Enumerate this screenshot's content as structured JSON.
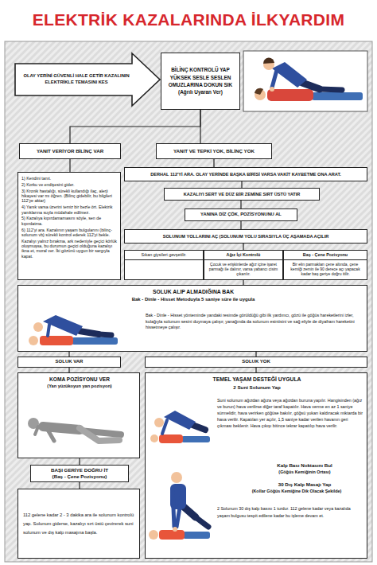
{
  "diagram": {
    "title": "ELEKTRİK KAZALARINDA İLKYARDIM",
    "nodes": [
      {
        "text": [
          "OLAY YERİNİ GÜVENLİ HALE GETİR KAZALININ ELEKTRİKLE TEMASINI KES"
        ]
      },
      {
        "text": [
          "BİLİNÇ KONTROLÜ YAP YÜKSEK SESLE SESLEN OMUZLARINA DOKUN SIK (Ağrılı Uyaran Ver)"
        ]
      },
      {
        "text": [
          "YANIT VERİYOR BİLİNÇ VAR"
        ]
      },
      {
        "text": [
          "YANIT VE TEPKİ YOK, BİLİNÇ YOK"
        ]
      },
      {
        "text": [
          "1) Kendini tanıt.",
          "2) Korku ve endişesini gider.",
          "3) Kronik hastalığı, sürekli kullandığı ilaç, alerji hikayesi var mı öğren. (Bilinç gidebilir, bu bilgileri 112'ye aktar)",
          "4) Yanık varsa üzerini temiz bir bezle ört. Elektrik yanıklarına suyla müdahale edilmez.",
          "5) Kazalıya kıpırdamamasını söyle, sen de kıpırdatma.",
          "6) 112'yi ara. Kazalının yaşam bulgularını (bilinç-solunum vb) sürekli kontrol ederek 112'yi bekle.",
          "Kazalıyı yalnız bırakma, ark nedeniyle geçici körlük oluşmuşsa, bu durumun geçici olduğuna kazalıyı ikna et, moral ver. İki gözünü uygun bir sargıyla kapat."
        ]
      },
      {
        "text": [
          "DERHAL 112'Yİ ARA. OLAY YERİNDE BAŞKA BİRİSİ VARSA VAKİT KAYBETME ONA ARAT."
        ]
      },
      {
        "text": [
          "KAZALIYI SERT VE DÜZ BİR ZEMİNE SIRT ÜSTÜ YATIR"
        ]
      },
      {
        "text": [
          "YANINA DİZ ÇÖK, POZİSYONUNU AL"
        ]
      },
      {
        "text": [
          "SOLUNUM YOLLARINI AÇ (SOLUNUM YOLU SIRASIYLA ÜÇ AŞAMADA AÇILIR"
        ]
      },
      {
        "text": [
          "Sıkan giysileri gevşetilir."
        ]
      },
      {
        "text": [
          "Ağız İçi Kontrolü",
          "Çocuk ve erişkinlerde ağız içine işaret parmağı ile dalınır, varsa yabancı cisim çıkarılır."
        ]
      },
      {
        "text": [
          "Baş - Çene Pozisyonu",
          "Bir elin parmakları çene altında, çene kemiği zemin ile 90 derece açı yapacak kadar baş geriye doğru itilir."
        ]
      },
      {
        "text": [
          "SOLUK ALIP ALMADIĞINA BAK",
          "Bak - Dinle - Hisset Metoduyla 5 saniye süre ile uygula",
          "Bak - Dinle - Hisset yönteminde yandaki resimde görüldüğü gibi ilk yardımcı, gözü ile göğüs hareketlerini izler, kulağıyla solunum sesini duymaya çalışır, yanağında da solunum esintisini ve sağ eliyle de diyafram hareketini hissetmeye çalışır."
        ]
      },
      {
        "text": [
          "SOLUK VAR"
        ]
      },
      {
        "text": [
          "SOLUK YOK"
        ]
      },
      {
        "text": [
          "KOMA POZİSYONU VER",
          "(Yan yüzükoyun yan pozisyon)"
        ]
      },
      {
        "text": [
          "BAŞI GERİYE DOĞRU İT",
          "(Baş - Çene Pozisyonu)"
        ]
      },
      {
        "text": [
          "112 gelene kadar 2 - 3 dakika ara ile solunum kontrolü yap. Solunum giderse, kazalıyı sırt üstü çevirerek suni solunum ve dış kalp masajına başla."
        ]
      },
      {
        "text": [
          "TEMEL YAŞAM DESTEĞİ UYGULA",
          "2 Suni Solunum Yap",
          "Suni solunum ağızdan ağıza veya ağızdan buruna yapılır. Hangisinden (ağız ve burun) hava verilirse diğer taraf kapatılır. Hava verme en az 1 saniye sürmelidir, hava verirken göğüse bakılır, göğsü yukarı kaldıracak miktarda bir hava verilir. Kapatılan yer açılır, 1,5 saniye kadar verilen havanın geri çıkması beklenir. Hava çıkışı bitince tekrar kapatılıp hava verilir.",
          "Kalp Bası Noktasını Bul",
          "(Göğüs Kemiğinin Ortası)",
          "30 Dış Kalp Masajı Yap",
          "(Kollar Göğüs Kemiğine Dik Olacak Şekilde)",
          "2 Solunum 30 dış kalp basısı 1 turdur. 112 gelene kadar veya kazalıda yaşam bulgusu tespit edilene kadar bu işleme devam et."
        ]
      }
    ],
    "edges": [
      {
        "from": 1,
        "to": 2,
        "arrow": "none"
      },
      {
        "from": 1,
        "to": 3,
        "arrow": "none"
      },
      {
        "from": 2,
        "to": 4,
        "arrow": "none"
      },
      {
        "from": 3,
        "to": 5,
        "arrow": "none"
      },
      {
        "from": 5,
        "to": 6,
        "arrow": "none"
      },
      {
        "from": 6,
        "to": 7,
        "arrow": "none"
      },
      {
        "from": 7,
        "to": 8,
        "arrow": "none"
      },
      {
        "from": 8,
        "to": 10,
        "arrow": "none"
      },
      {
        "from": 10,
        "to": 12,
        "arrow": "none"
      },
      {
        "from": 12,
        "to": 13,
        "arrow": "none"
      },
      {
        "from": 12,
        "to": 14,
        "arrow": "none"
      },
      {
        "from": 13,
        "to": 15,
        "arrow": "none"
      },
      {
        "from": 15,
        "to": 16,
        "arrow": "none"
      },
      {
        "from": 16,
        "to": 17,
        "arrow": "none"
      },
      {
        "from": 14,
        "to": 18,
        "arrow": "none"
      }
    ]
  }
}
